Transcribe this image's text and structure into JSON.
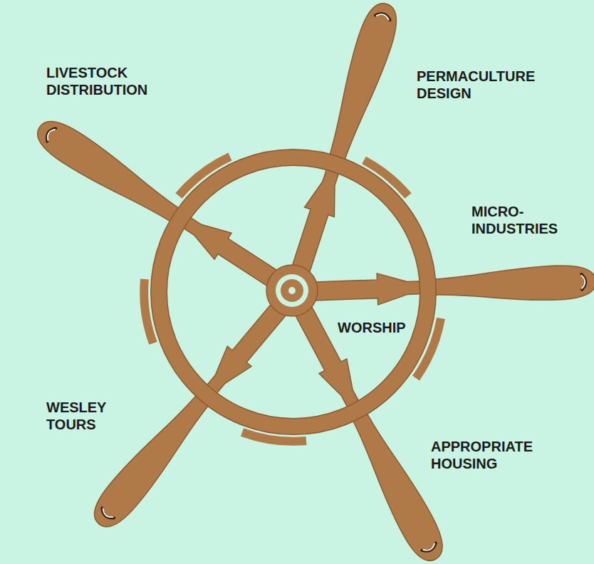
{
  "diagram": {
    "labels": [
      "LIVESTOCK DISTRIBUTION",
      "PERMACULTURE DESIGN",
      "MICRO- INDUSTRIES",
      "WORSHIP",
      "WESLEY TOURS",
      "APPROPRIATE HOUSING"
    ]
  }
}
